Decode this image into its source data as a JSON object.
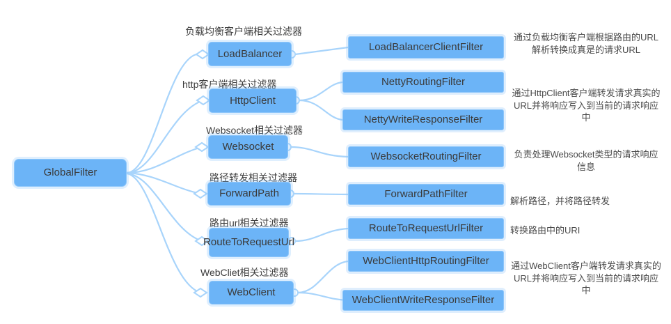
{
  "diagram": {
    "type": "mind-map",
    "root": {
      "label": "GlobalFilter"
    },
    "branches": [
      {
        "category_label": "负载均衡客户端相关过滤器",
        "node": "LoadBalancer",
        "filters": [
          "LoadBalancerClientFilter"
        ],
        "description": "通过负载均衡客户端根据路由的URL解析转换成真是的请求URL"
      },
      {
        "category_label": "http客户端相关过滤器",
        "node": "HttpClient",
        "filters": [
          "NettyRoutingFilter",
          "NettyWriteResponseFilter"
        ],
        "description": "通过HttpClient客户端转发请求真实的URL并将响应写入到当前的请求响应中"
      },
      {
        "category_label": "Websocket相关过滤器",
        "node": "Websocket",
        "filters": [
          "WebsocketRoutingFilter"
        ],
        "description": "负责处理Websocket类型的请求响应信息"
      },
      {
        "category_label": "路径转发相关过滤器",
        "node": "ForwardPath",
        "filters": [
          "ForwardPathFilter"
        ],
        "description": "解析路径，并将路径转发"
      },
      {
        "category_label": "路由url相关过滤器",
        "node": "RouteToRequestUrl",
        "filters": [
          "RouteToRequestUrlFilter"
        ],
        "description": "转换路由中的URI"
      },
      {
        "category_label": "WebCliet相关过滤器",
        "node": "WebClient",
        "filters": [
          "WebClientHttpRoutingFilter",
          "WebClientWriteResponseFilter"
        ],
        "description": "通过WebClient客户端转发请求真实的URL并将响应写入到当前的请求响应中"
      }
    ],
    "colors": {
      "node_fill": "#6cb4f7",
      "node_border": "#8dc6fa",
      "link": "#a8d4fb",
      "text": "#3a3a3a",
      "background": "#ffffff"
    }
  }
}
